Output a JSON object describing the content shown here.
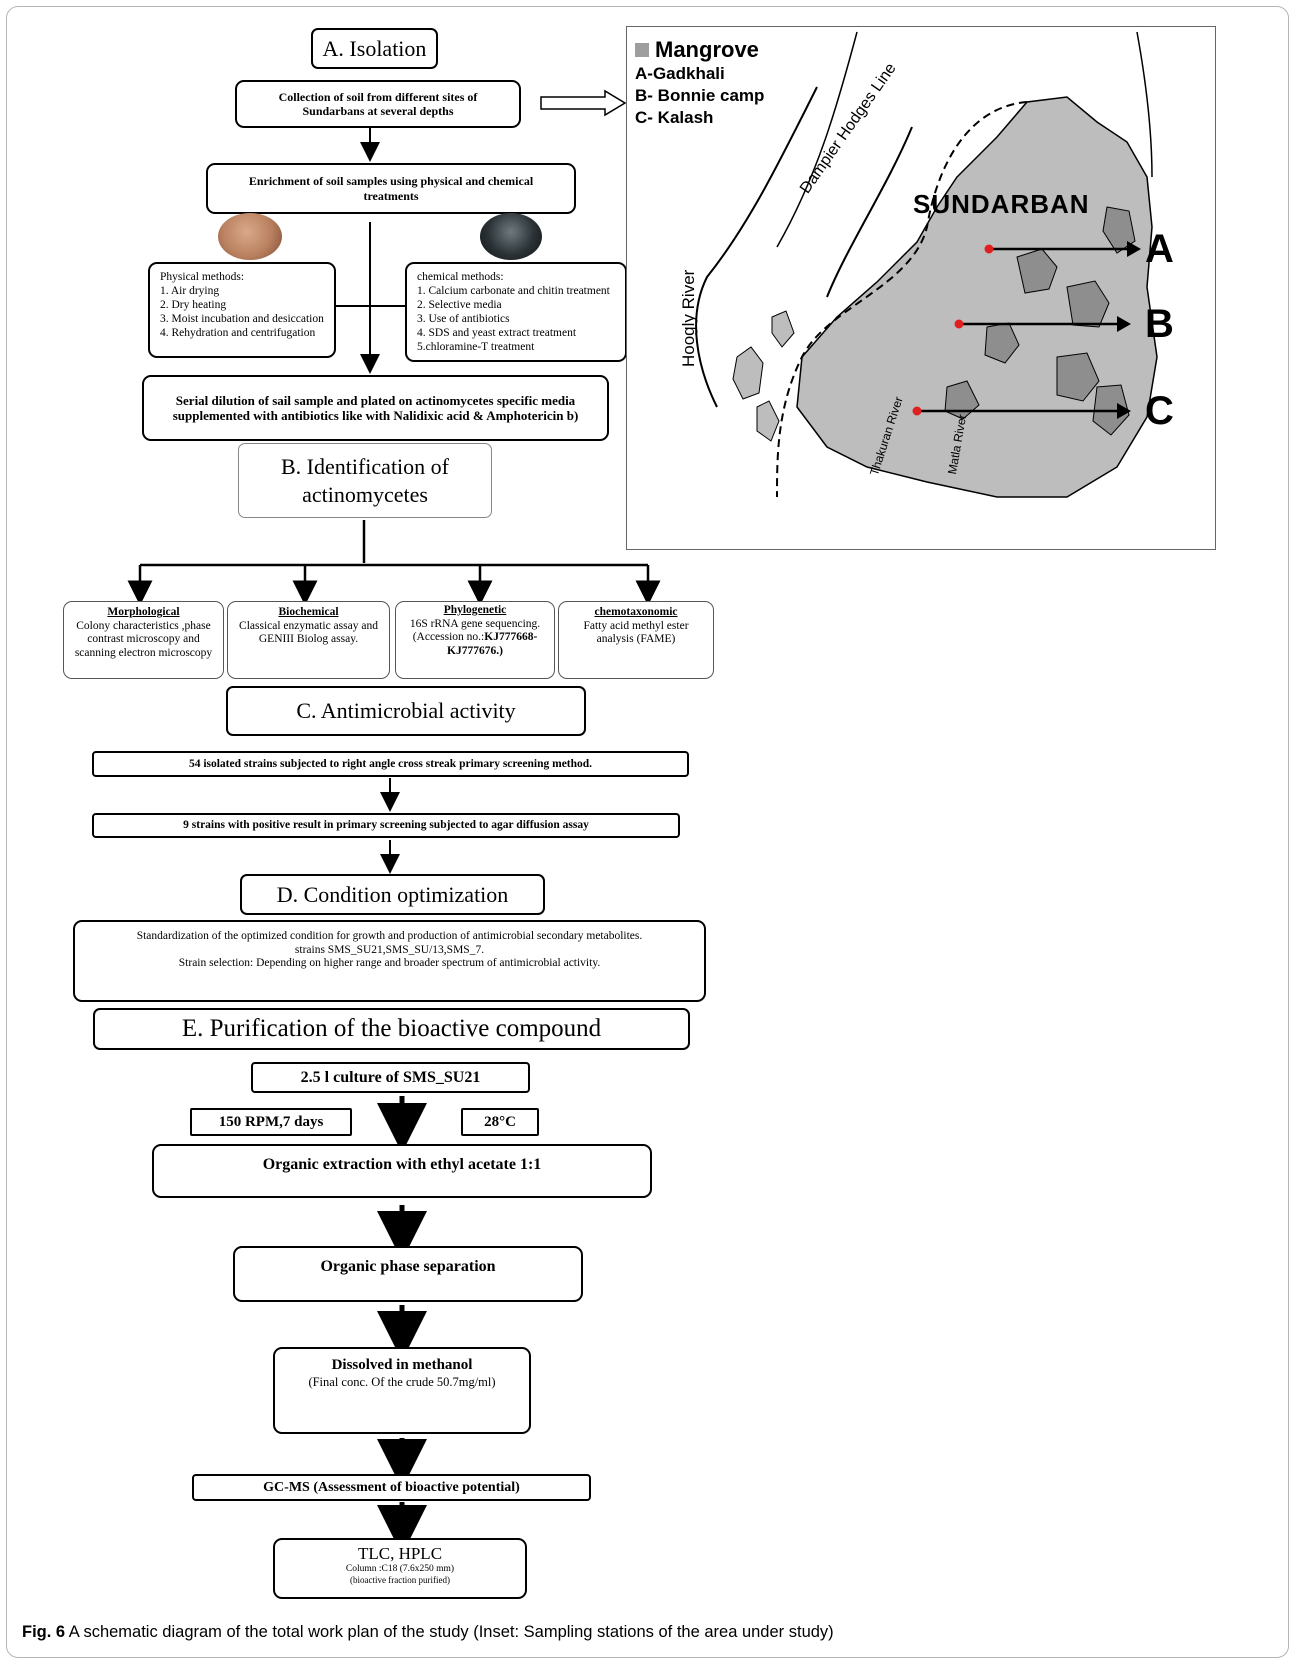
{
  "sections": {
    "a": "A. Isolation",
    "b": "B. Identification of actinomycetes",
    "c": "C. Antimicrobial activity",
    "d": "D. Condition optimization",
    "e": "E. Purification of the bioactive compound"
  },
  "isolation": {
    "collection": "Collection of soil from different sites of Sundarbans at several depths",
    "enrichment": "Enrichment of soil samples using physical and chemical treatments",
    "physical_title": "Physical methods:",
    "physical_items": [
      "1. Air drying",
      "2. Dry heating",
      "3. Moist incubation and desiccation",
      "4. Rehydration and centrifugation"
    ],
    "chemical_title": "chemical methods:",
    "chemical_items": [
      "1. Calcium carbonate and chitin treatment",
      "2. Selective media",
      "3. Use of antibiotics",
      "4. SDS and yeast extract treatment",
      "5.chloramine-T treatment"
    ],
    "serial": "Serial dilution of sail sample and plated on actinomycetes specific media supplemented with antibiotics  like with Nalidixic acid & Amphotericin b)"
  },
  "identification": {
    "morph_title": "Morphological",
    "morph_text": "Colony characteristics ,phase contrast microscopy and scanning electron microscopy",
    "bio_title": "Biochemical",
    "bio_text": "Classical enzymatic assay and GENIII Biolog assay.",
    "phylo_title": "Phylogenetic",
    "phylo_text": "16S rRNA gene sequencing.",
    "phylo_acc_prefix": "(Accession no.:",
    "phylo_acc": "KJ777668-KJ777676.)",
    "chemo_title": "chemotaxonomic",
    "chemo_text": "Fatty acid methyl ester analysis (FAME)"
  },
  "antimicrobial": {
    "step1": "54 isolated strains subjected to right angle cross streak primary screening  method.",
    "step2": "9 strains with positive result in primary screening  subjected to agar diffusion assay"
  },
  "optimization": {
    "line1": "Standardization of the optimized condition for growth and production of antimicrobial secondary metabolites.",
    "line2": "strains SMS_SU21,SMS_SU/13,SMS_7.",
    "line3": "Strain selection: Depending on higher range and broader spectrum of antimicrobial activity."
  },
  "purification": {
    "culture": "2.5 l culture of SMS_SU21",
    "rpm": "150 RPM,7 days",
    "temp": "28°C",
    "extraction": "Organic extraction with ethyl acetate 1:1",
    "phase": "Organic phase separation",
    "dissolved": "Dissolved in methanol",
    "dissolved_sub": "(Final conc. Of the crude 50.7mg/ml)",
    "gcms": "GC-MS (Assessment of bioactive potential)",
    "tlc": "TLC, HPLC",
    "tlc_sub1": "Column :C18 (7.6x250 mm)",
    "tlc_sub2": "(bioactive fraction purified)"
  },
  "map": {
    "legend_title": "Mangrove",
    "legend_a": "A-Gadkhali",
    "legend_b": "B- Bonnie camp",
    "legend_c": "C- Kalash",
    "region": "SUNDARBAN",
    "line_label": "Dampier Hodges Line",
    "river1": "Hoogly River",
    "river2": "Thakuran River",
    "river3": "Matla River",
    "marker_a": "A",
    "marker_b": "B",
    "marker_c": "C",
    "colors": {
      "mangrove": "#bdbdbd",
      "dark_patch": "#8e8e8e",
      "station": "#e02020"
    }
  },
  "caption": {
    "label": "Fig. 6",
    "text": " A schematic diagram of the total work plan of the study (Inset: Sampling stations of the area under study)"
  }
}
